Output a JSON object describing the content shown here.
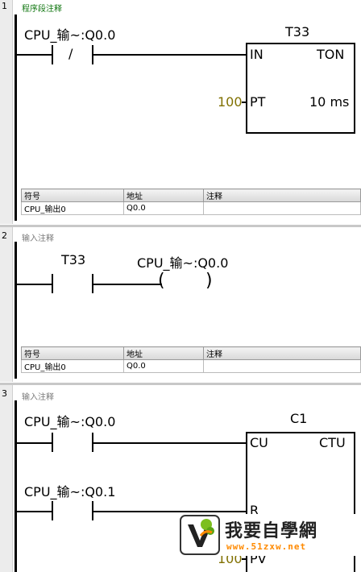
{
  "networks": [
    {
      "number": "1",
      "comment": "程序段注释",
      "contact_label": "CPU_输~:Q0.0",
      "contact_symbol": "/",
      "timer": {
        "name": "T33",
        "in_pin": "IN",
        "type": "TON",
        "pt_pin": "PT",
        "pt_value": "100",
        "resolution": "10 ms"
      },
      "symbol_table": {
        "headers": [
          "符号",
          "地址",
          "注释"
        ],
        "rows": [
          [
            "CPU_输出0",
            "Q0.0",
            ""
          ]
        ]
      }
    },
    {
      "number": "2",
      "comment": "输入注释",
      "contact_label": "T33",
      "coil_label": "CPU_输~:Q0.0",
      "coil_left": "(",
      "coil_right": ")",
      "symbol_table": {
        "headers": [
          "符号",
          "地址",
          "注释"
        ],
        "rows": [
          [
            "CPU_输出0",
            "Q0.0",
            ""
          ]
        ]
      }
    },
    {
      "number": "3",
      "comment": "输入注释",
      "contact1_label": "CPU_输~:Q0.0",
      "contact2_label": "CPU_输~:Q0.1",
      "counter": {
        "name": "C1",
        "cu_pin": "CU",
        "type": "CTU",
        "r_pin": "R",
        "pv_pin": "PV",
        "pv_value": "100"
      }
    }
  ],
  "watermark": {
    "title": "我要自學網",
    "url": "www.51zxw.net"
  }
}
